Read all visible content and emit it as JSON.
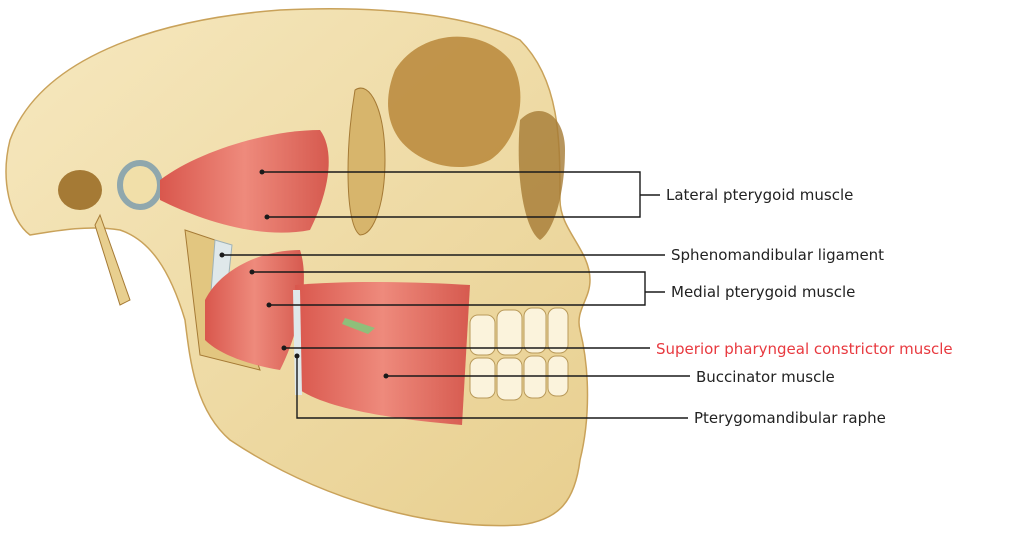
{
  "labels": {
    "lateral_pterygoid": "Lateral pterygoid muscle",
    "sphenomandibular": "Sphenomandibular ligament",
    "medial_pterygoid": "Medial pterygoid muscle",
    "superior_pharyngeal": "Superior pharyngeal constrictor muscle",
    "buccinator": "Buccinator muscle",
    "pterygomandibular_raphe": "Pterygomandibular raphe"
  },
  "colors": {
    "bone": "#f1dfa9",
    "bone_shade": "#c9a25a",
    "muscle": "#e0645a",
    "ligament": "#dfe8ea",
    "highlight": "#e8393f",
    "line": "#1a1a1a"
  }
}
